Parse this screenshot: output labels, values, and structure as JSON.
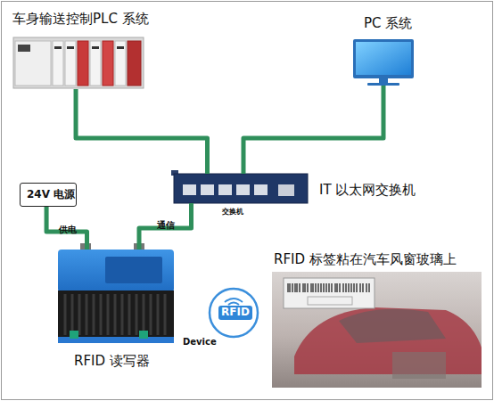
{
  "diagram": {
    "nodes": [
      {
        "text": [
          "车身输送控制PLC 系统"
        ]
      },
      {
        "text": [
          "PC 系统"
        ]
      },
      {
        "text": [
          "IT 以太网交换机",
          "交换机"
        ]
      },
      {
        "text": [
          "24V 电源"
        ]
      },
      {
        "text": [
          "RFID 读写器"
        ]
      },
      {
        "text": [
          "RFID 标签粘在汽车风窗玻璃上"
        ]
      },
      {
        "text": [
          "RFID"
        ]
      }
    ],
    "edges": [
      {
        "from": 0,
        "to": 2,
        "arrow": "none"
      },
      {
        "from": 1,
        "to": 2,
        "arrow": "none"
      },
      {
        "from": 3,
        "to": 4,
        "label": "供电",
        "arrow": "none"
      },
      {
        "from": 4,
        "to": 2,
        "label": "通信",
        "arrow": "none"
      }
    ],
    "labels": [
      "Device"
    ]
  }
}
